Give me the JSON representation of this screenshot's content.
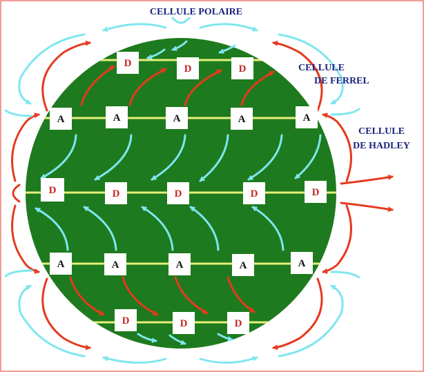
{
  "labels": {
    "polar": "CELLULE POLAIRE",
    "ferrel_line1": "CELLULE",
    "ferrel_line2": "DE FERREL",
    "hadley_line1": "CELLULE",
    "hadley_line2": "DE HADLEY"
  },
  "pressure_rows": [
    {
      "row": "north-60",
      "letter": "D",
      "count": 3
    },
    {
      "row": "north-30",
      "letter": "A",
      "count": 5
    },
    {
      "row": "equator",
      "letter": "D",
      "count": 5
    },
    {
      "row": "south-30",
      "letter": "A",
      "count": 5
    },
    {
      "row": "south-60",
      "letter": "D",
      "count": 3
    }
  ],
  "colors": {
    "globe": "#1e7a1e",
    "latitude_line": "#e8f07a",
    "cold_air": "#7fe6ef",
    "warm_air": "#e53a1e",
    "low_pressure_text": "#c62828",
    "high_pressure_text": "#111111",
    "frame": "#e23b2e"
  },
  "icons": {
    "low_pressure": "D-box",
    "high_pressure": "A-box",
    "wind": "curved-arrow"
  }
}
